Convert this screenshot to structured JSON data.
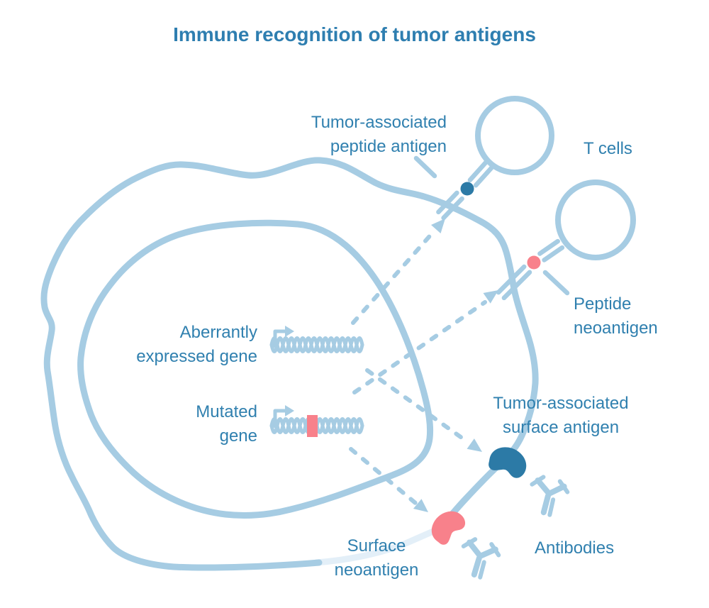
{
  "title": "Immune recognition of tumor antigens",
  "labels": {
    "tumor_peptide_antigen": {
      "line1": "Tumor-associated",
      "line2": "peptide antigen"
    },
    "t_cells": "T cells",
    "peptide_neoantigen": {
      "line1": "Peptide",
      "line2": "neoantigen"
    },
    "aberrant_gene": {
      "line1": "Aberrantly",
      "line2": "expressed gene"
    },
    "mutated_gene": {
      "line1": "Mutated",
      "line2": "gene"
    },
    "surface_antigen": {
      "line1": "Tumor-associated",
      "line2": "surface antigen"
    },
    "surface_neoantigen": {
      "line1": "Surface",
      "line2": "neoantigen"
    },
    "antibodies": "Antibodies"
  },
  "colors": {
    "background": "#ffffff",
    "light_blue": "#a6cce3",
    "pale_blue": "#e3eff8",
    "dark_blue": "#2c7aa6",
    "pink": "#f8818b",
    "label_text": "#3080af",
    "title_text": "#2e7eb0"
  },
  "icons": {
    "tumor-cell-membrane": "irregular blob outline",
    "nucleus": "large oval outline",
    "promoter-arrow-icon": "bent right-angled arrow",
    "dna-helix-icon": "double-helix wave",
    "mutation-mark": "pink rectangle on helix",
    "t-cell-icon": "open circle",
    "tcr-stems": "double parallel lines",
    "mhc-stems": "double parallel lines",
    "peptide-antigen-dot": "filled dark blue circle",
    "peptide-neoantigen-dot": "filled pink circle",
    "surface-antigen-bean": "dark blue kidney-bean shape",
    "surface-neoantigen-bean": "pink kidney-bean shape",
    "antibody-icon": "Y-shaped antibody",
    "dashed-arrow": "dashed line with solid arrowhead"
  }
}
